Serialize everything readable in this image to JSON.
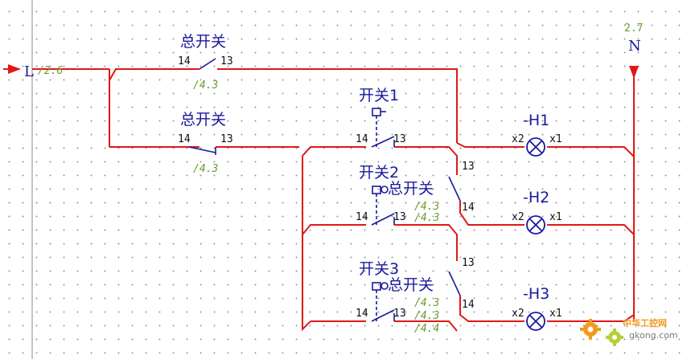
{
  "signals": {
    "L": "L",
    "L_ref": "/2.6",
    "N": "N",
    "N_ref": "2.7"
  },
  "main_switch_1": {
    "label": "总开关",
    "pin_left": "14",
    "pin_right": "13",
    "ref": "/4.3"
  },
  "main_switch_2": {
    "label": "总开关",
    "pin_left": "14",
    "pin_right": "13",
    "ref": "/4.3"
  },
  "switches": [
    {
      "label": "开关1",
      "pin_left": "14",
      "pin_right": "13"
    },
    {
      "label": "开关2",
      "pin_left": "14",
      "pin_right": "13",
      "aux_label": "总开关",
      "refs": [
        "/4.3",
        "/4.3"
      ]
    },
    {
      "label": "开关3",
      "pin_left": "14",
      "pin_right": "13",
      "aux_label": "总开关",
      "refs": [
        "/4.3",
        "/4.3",
        "/4.4"
      ]
    }
  ],
  "contacts": [
    {
      "pin_top": "13",
      "pin_bottom": "14"
    },
    {
      "pin_top": "13",
      "pin_bottom": "14"
    }
  ],
  "lamps": [
    {
      "label": "-H1",
      "pin_left": "x2",
      "pin_right": "x1"
    },
    {
      "label": "-H2",
      "pin_left": "x2",
      "pin_right": "x1"
    },
    {
      "label": "-H3",
      "pin_left": "x2",
      "pin_right": "x1"
    }
  ],
  "watermark": {
    "line1": "中华工控网",
    "line2": "gkong.com"
  },
  "colors": {
    "wire": "#e01818",
    "symbol": "#1a1a9c",
    "reference": "#6c9a2c",
    "pin": "#111111"
  }
}
